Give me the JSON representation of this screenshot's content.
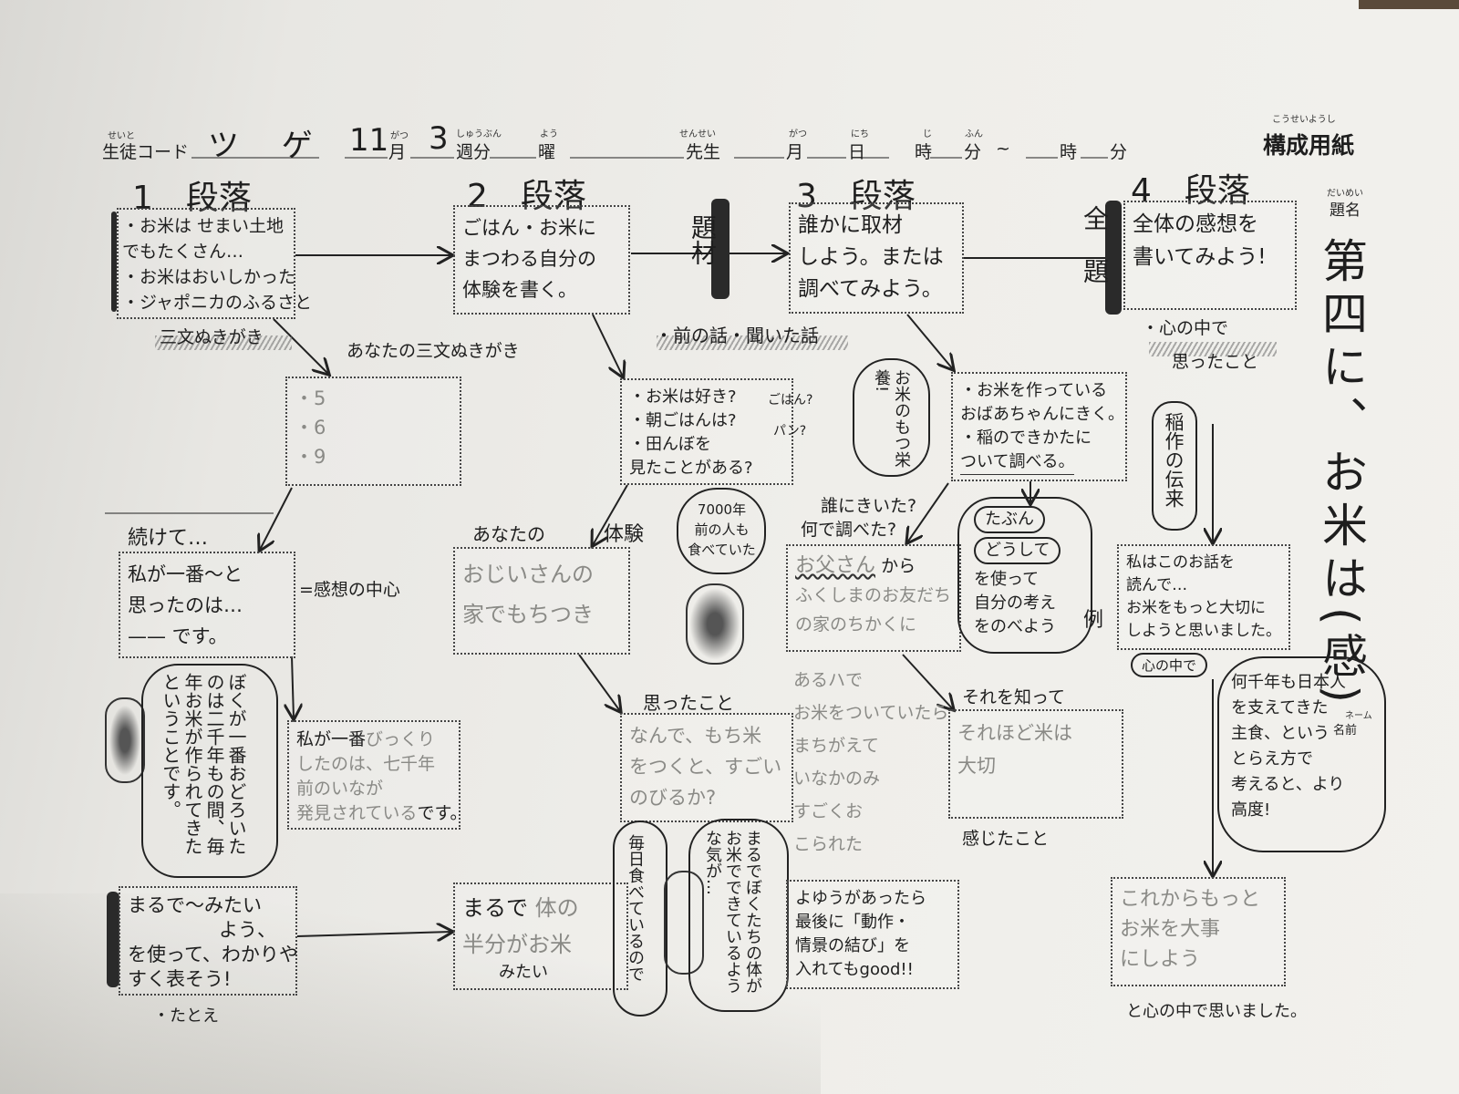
{
  "header": {
    "student_code_ruby": "せいと",
    "student_code_label": "生徒コード",
    "student_code_value": "ツ ゲ",
    "month_value": "11",
    "month_ruby": "がつ",
    "month_label": "月",
    "week_value": "3",
    "week_ruby": "しゅうぶん",
    "week_label": "週分",
    "day_ruby": "よう",
    "day_label": "曜",
    "teacher_ruby": "せんせい",
    "teacher_label": "先生",
    "date_month_ruby": "がつ",
    "date_month_label": "月",
    "date_day_ruby": "にち",
    "date_day_label": "日",
    "hour_ruby": "じ",
    "hour_label": "時",
    "minute_ruby": "ふん",
    "minute_label": "分",
    "tilde": "~",
    "hour2_label": "時",
    "minute2_label": "分",
    "sheet_title_ruby": "こうせいようし",
    "sheet_title": "構成用紙"
  },
  "sections": [
    "1　段落",
    "2　段落",
    "3　段落",
    "4　段落"
  ],
  "title_area": {
    "label_ruby": "だいめい",
    "label": "題名",
    "value": "第四に、お米は(感)",
    "name_ruby": "ネーム",
    "name_label": "名前"
  },
  "col1": {
    "box1": [
      "・お米は せまい土地",
      "でもたくさん…",
      "・お米はおいしかった",
      "・ジャポニカのふるさと"
    ],
    "caption1": "三文ぬきがき",
    "caption2": "あなたの三文ぬきがき",
    "box2": [
      "・5",
      "・6",
      "・9"
    ],
    "caption3": "続けて…",
    "box3": [
      "私が一番～と",
      "思ったのは…",
      "—— です。"
    ],
    "box3_note": "=感想の中心",
    "bubble": "ぼくが一番おどろいたのは二千年もの間、毎年お米が作られてきたということです。",
    "box4_printed": "私が一番",
    "box4_pencil": [
      "びっくり",
      "したのは、七千年",
      "前のいなが",
      "発見されている"
    ],
    "box4_end": "です。",
    "box5": [
      "まるで〜みたい",
      "よう、",
      "を使って、わかりや",
      "すく表そう!"
    ],
    "caption4": "・たとえ"
  },
  "col2": {
    "box1": [
      "ごはん・お米に",
      "まつわる自分の",
      "体験を書く。"
    ],
    "marker_label": "題材",
    "caption1": "・前の話・聞いた話",
    "box2": [
      "・お米は好き?",
      "・朝ごはんは?",
      "・田んぼを",
      "見たことがある?"
    ],
    "note_gohan": "ごはん?",
    "note_pan": "パン?",
    "caption2a": "あなたの",
    "caption2b": "体験",
    "speech": [
      "7000年",
      "前の人も",
      "食べていた"
    ],
    "box3_pencil": [
      "おじいさんの",
      "家でもちつき"
    ],
    "caption3": "思ったこと",
    "box4_pencil": [
      "なんで、もち米",
      "をつくと、すごい",
      "のびるか?"
    ],
    "box5_printed": "まるで",
    "box5_pencil": [
      "体の",
      "半分がお米"
    ],
    "box5_end": "みたい",
    "bubble_left": "毎日食べているので",
    "bubble_right": "まるでぼくたちの体がお米でできているような気が…"
  },
  "col3": {
    "box1": [
      "誰かに取材",
      "しよう。または",
      "調べてみよう。"
    ],
    "bubble": "お米のもつ栄養!",
    "box2": [
      "・お米を作っている",
      "おばあちゃんにきく。",
      "・稲のできかたに",
      "ついて調べる。"
    ],
    "caption1": "誰にきいた?",
    "caption2": "何で調べた?",
    "box3_pencil_name": "お父さん",
    "box3_from": "から",
    "box3_pencil": [
      "ふくしまのお友だち",
      "の家のちかくに"
    ],
    "loose_pencil": [
      "あるハで",
      "お米をついていたら",
      "まちがえて",
      "いなかのみ",
      "すごくお",
      "こられた"
    ],
    "cloud": [
      "たぶん",
      "どうして",
      "を使って",
      "自分の考え",
      "をのべよう"
    ],
    "caption3": "それを知って",
    "box4_pencil": [
      "それほど米は",
      "大切"
    ],
    "caption4": "感じたこと",
    "box5": [
      "よゆうがあったら",
      "最後に「動作・",
      "情景の結び」を",
      "入れてもgood!!"
    ]
  },
  "col4": {
    "box1": [
      "全体の感想を",
      "書いてみよう!"
    ],
    "marker_label": "全題",
    "caption1a": "・心の中で",
    "caption1b": "思ったこと",
    "bubble": "稲作の伝来",
    "example": "例",
    "box2": [
      "私はこのお話を",
      "読んで…",
      "お米をもっと大切に",
      "しようと思いました。"
    ],
    "small_bubble": "心の中で",
    "cloud": [
      "何千年も日本人",
      "を支えてきた",
      "主食、という",
      "とらえ方で",
      "考えると、より",
      "高度!"
    ],
    "box3_pencil": [
      "これからもっと",
      "お米を大事",
      "にしよう"
    ],
    "closing": "と心の中で思いました。"
  }
}
